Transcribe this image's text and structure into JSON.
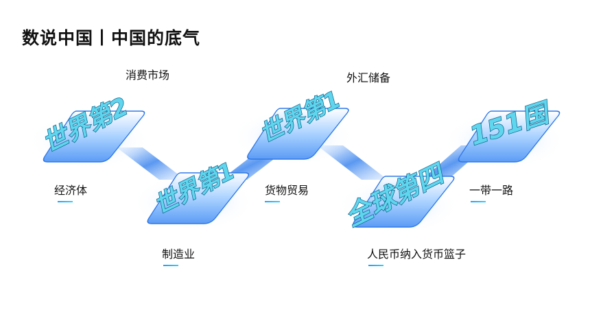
{
  "title": "数说中国丨中国的底气",
  "labels": {
    "consumer_market": "消费市场",
    "fx_reserves": "外汇储备",
    "economy": "经济体",
    "goods_trade": "货物贸易",
    "belt_road": "一带一路",
    "manufacturing": "制造业",
    "rmb_basket": "人民币纳入货币篮子"
  },
  "tiles": {
    "economy": "世界第2",
    "manufacturing": "世界第1",
    "fx_reserves": "世界第1",
    "rmb_basket": "全球第四",
    "belt_road": "151国"
  },
  "colors": {
    "accent": "#1aa0ff",
    "tile_top": "#6fb2ff",
    "tile_edge": "#2f78e8",
    "big_text_fill": "#5fd6ee",
    "big_text_stroke": "#0b5c87"
  }
}
